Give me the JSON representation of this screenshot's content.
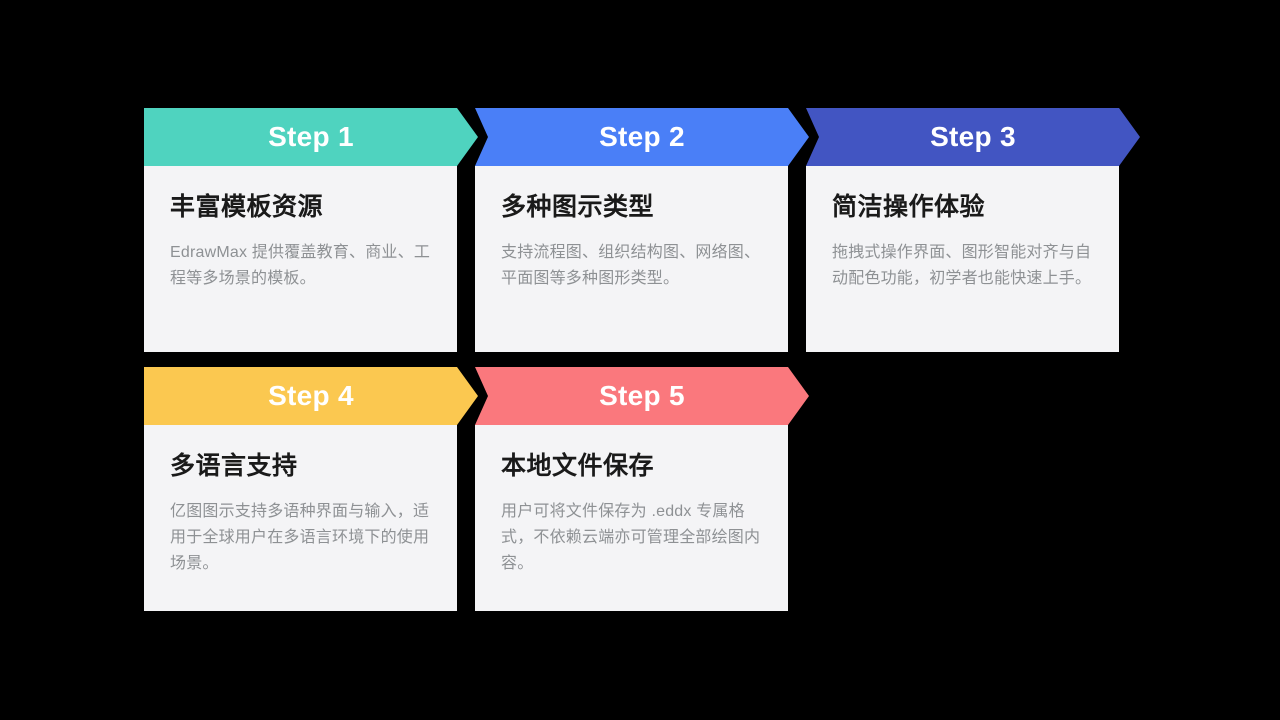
{
  "theme": {
    "page_background": "#000000",
    "card_body_background": "#F4F4F6",
    "step_label_color": "#FFFFFF",
    "title_color": "#1A1A1A",
    "description_color": "#8E9194"
  },
  "cards": [
    {
      "step_label": "Step 1",
      "accent_color": "#4FD3BF",
      "title": "丰富模板资源",
      "description": "EdrawMax 提供覆盖教育、商业、工程等多场景的模板。"
    },
    {
      "step_label": "Step 2",
      "accent_color": "#4A7FF7",
      "title": "多种图示类型",
      "description": "支持流程图、组织结构图、网络图、平面图等多种图形类型。"
    },
    {
      "step_label": "Step 3",
      "accent_color": "#4255C2",
      "title": "简洁操作体验",
      "description": "拖拽式操作界面、图形智能对齐与自动配色功能，初学者也能快速上手。"
    },
    {
      "step_label": "Step 4",
      "accent_color": "#FBC850",
      "title": "多语言支持",
      "description": "亿图图示支持多语种界面与输入，适用于全球用户在多语言环境下的使用场景。"
    },
    {
      "step_label": "Step 5",
      "accent_color": "#FA787D",
      "title": "本地文件保存",
      "description": "用户可将文件保存为 .eddx 专属格式，不依赖云端亦可管理全部绘图内容。"
    }
  ]
}
